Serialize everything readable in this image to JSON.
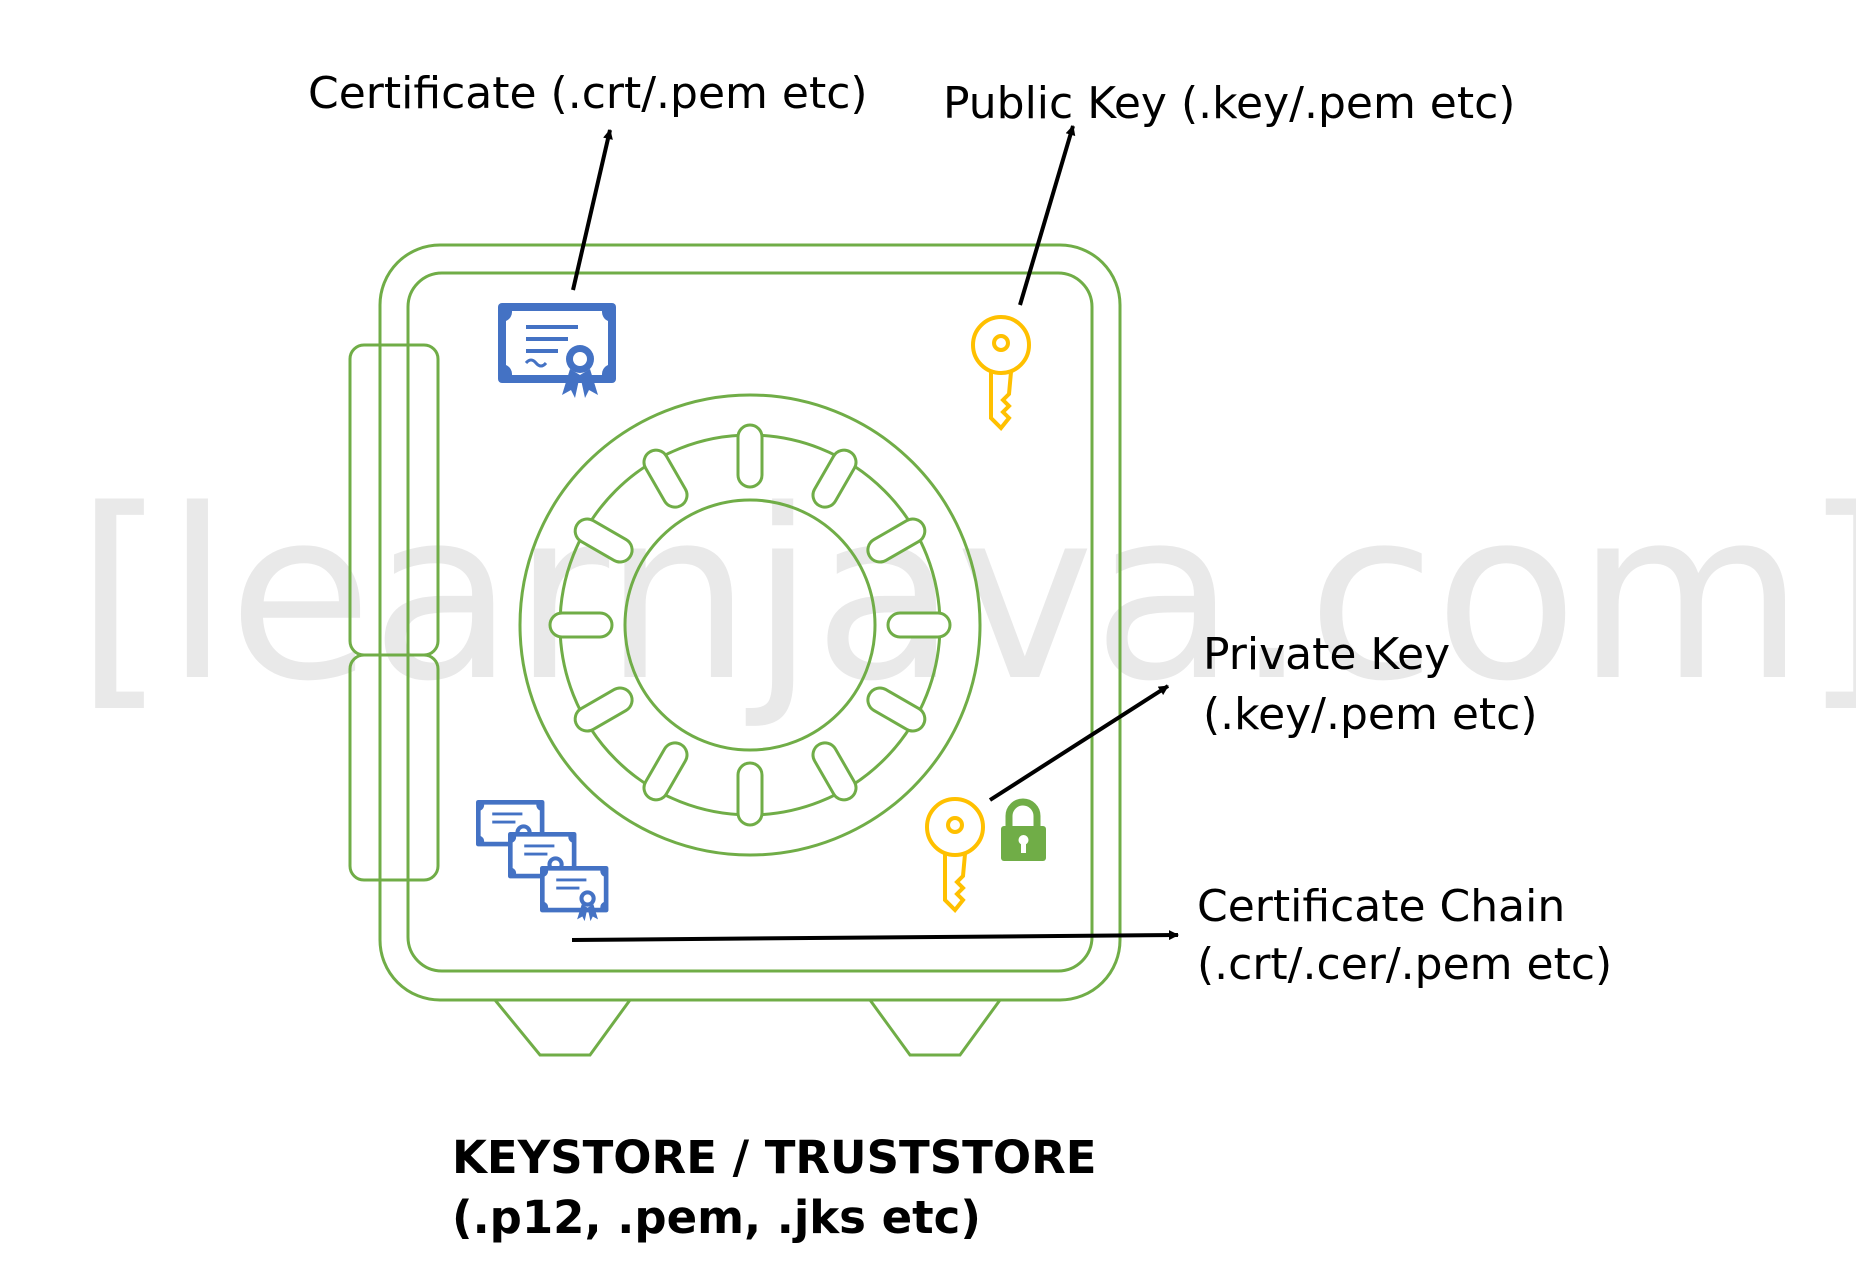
{
  "watermark": "[learnjava.com]",
  "labels": {
    "certificate": "Certificate (.crt/.pem etc)",
    "public_key": "Public Key (.key/.pem etc)",
    "private_key_line1": "Private Key",
    "private_key_line2": "(.key/.pem etc)",
    "chain_line1": "Certificate Chain",
    "chain_line2": "(.crt/.cer/.pem etc)",
    "store_line1": "KEYSTORE /  TRUSTSTORE",
    "store_line2": "(.p12, .pem, .jks etc)"
  },
  "icons": [
    "certificate-icon",
    "public-key-icon",
    "private-key-icon",
    "padlock-icon",
    "certificate-chain-icon",
    "safe-icon"
  ],
  "colors": {
    "safe": "#70ad47",
    "certificate": "#4472c4",
    "key": "#ffc000",
    "lock": "#70ad47",
    "arrow": "#000000",
    "watermark": "#e9e9e9"
  }
}
